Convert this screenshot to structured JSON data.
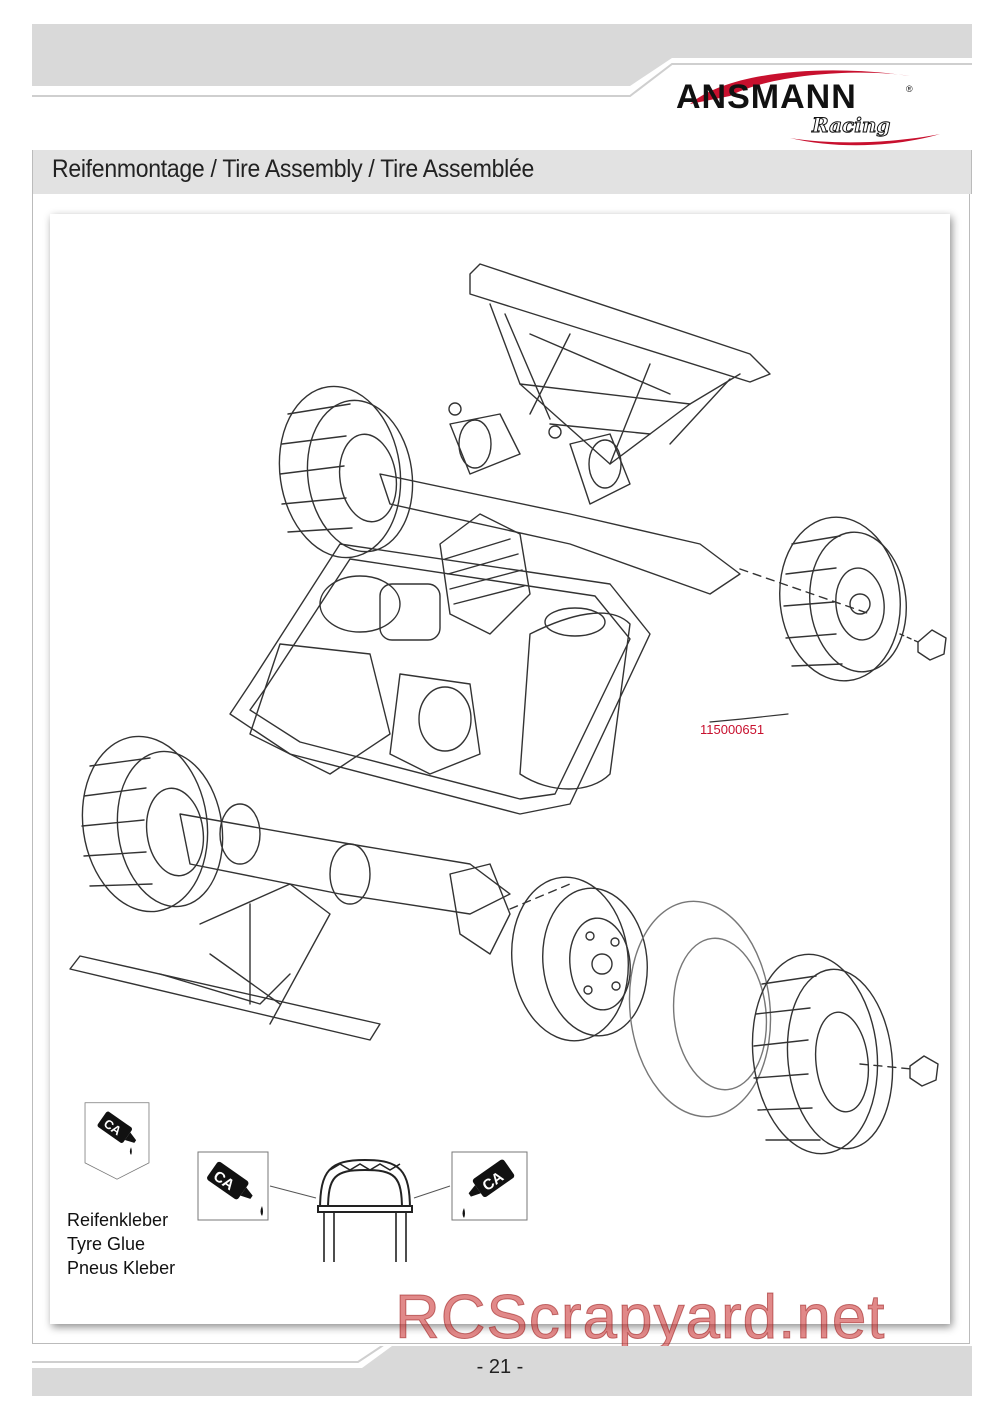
{
  "brand": {
    "name": "ANSMANN",
    "sub": "Racing",
    "registered": "®"
  },
  "section": {
    "title": "Reifenmontage / Tire Assembly / Tire Assemblée"
  },
  "callout": {
    "part_number": "115000651"
  },
  "glue": {
    "label": "CA",
    "lines": [
      "Reifenkleber",
      "Tyre Glue",
      "Pneus Kleber"
    ]
  },
  "watermark": "RCScrapyard.net",
  "footer": {
    "page": "- 21 -"
  },
  "colors": {
    "brand_red": "#c8102e",
    "band_gray": "#e2e2e2",
    "text_dark": "#222222"
  }
}
